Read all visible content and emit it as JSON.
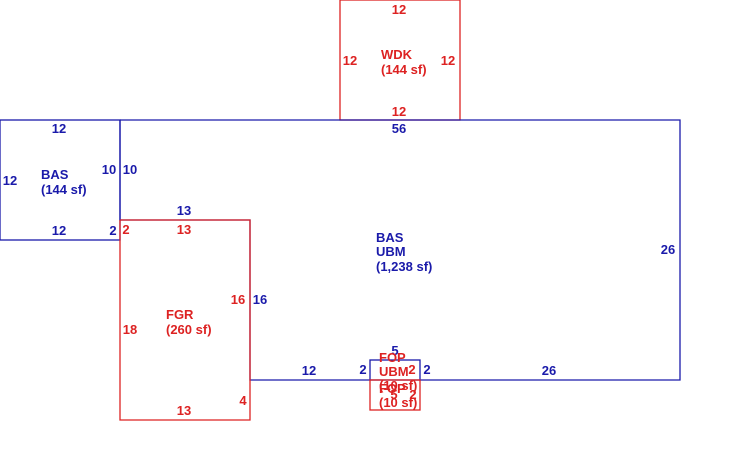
{
  "colors": {
    "blue": "#1a1aaa",
    "red": "#dd2222"
  },
  "areas": {
    "wdk": {
      "name": "WDK",
      "area": "(144 sf)",
      "dims": {
        "top": "12",
        "left": "12",
        "right": "12",
        "bottom": "12"
      }
    },
    "bas_small": {
      "name": "BAS",
      "area": "(144 sf)",
      "dims": {
        "top": "12",
        "left": "12",
        "right": "10",
        "bottom": "12",
        "step": "2"
      }
    },
    "bas_main": {
      "name": "BAS",
      "name2": "UBM",
      "area": "(1,238 sf)",
      "dims": {
        "top": "56",
        "left": "10",
        "right": "26",
        "bottom_left": "12",
        "bottom_right": "26",
        "inner": "13",
        "inner_side": "16",
        "notch_left": "2",
        "notch_right": "2"
      }
    },
    "fgr": {
      "name": "FGR",
      "area": "(260 sf)",
      "dims": {
        "top": "13",
        "left": "18",
        "right": "16",
        "bottom": "13",
        "corner": "4",
        "step": "2"
      }
    },
    "fop1": {
      "name": "FOP",
      "name2": "UBM",
      "area": "(10 sf)",
      "dims": {
        "top": "5",
        "right": "2",
        "mid": "2"
      }
    },
    "fop2": {
      "name": "FOP",
      "area": "(10 sf)",
      "dims": {
        "a": "5",
        "b": "2"
      }
    }
  }
}
